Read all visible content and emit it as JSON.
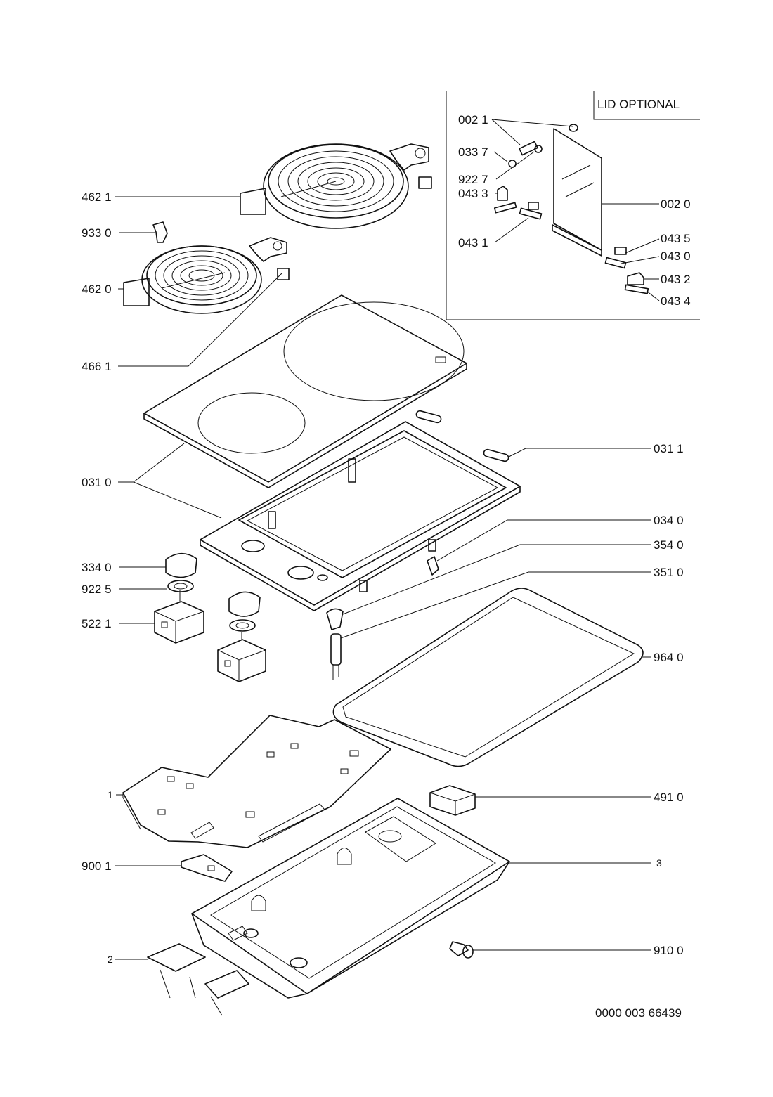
{
  "lid_box": {
    "title": "LID OPTIONAL"
  },
  "drawing_number": "0000 003 66439",
  "callouts": {
    "c4621": "462 1",
    "c9330": "933 0",
    "c4620": "462 0",
    "c4661": "466 1",
    "c0310": "031 0",
    "c3340": "334 0",
    "c9225": "922 5",
    "c5221": "522 1",
    "c1": "1",
    "c9001": "900 1",
    "c2": "2",
    "c0021": "002 1",
    "c0337": "033 7",
    "c9227": "922 7",
    "c0433": "043 3",
    "c0431": "043 1",
    "c0020": "002 0",
    "c0435": "043 5",
    "c0430": "043 0",
    "c0432": "043 2",
    "c0434": "043 4",
    "c0311": "031 1",
    "c0340": "034 0",
    "c3540": "354 0",
    "c3510": "351 0",
    "c9640": "964 0",
    "c4910": "491 0",
    "c3": "3",
    "c9100": "910 0"
  }
}
